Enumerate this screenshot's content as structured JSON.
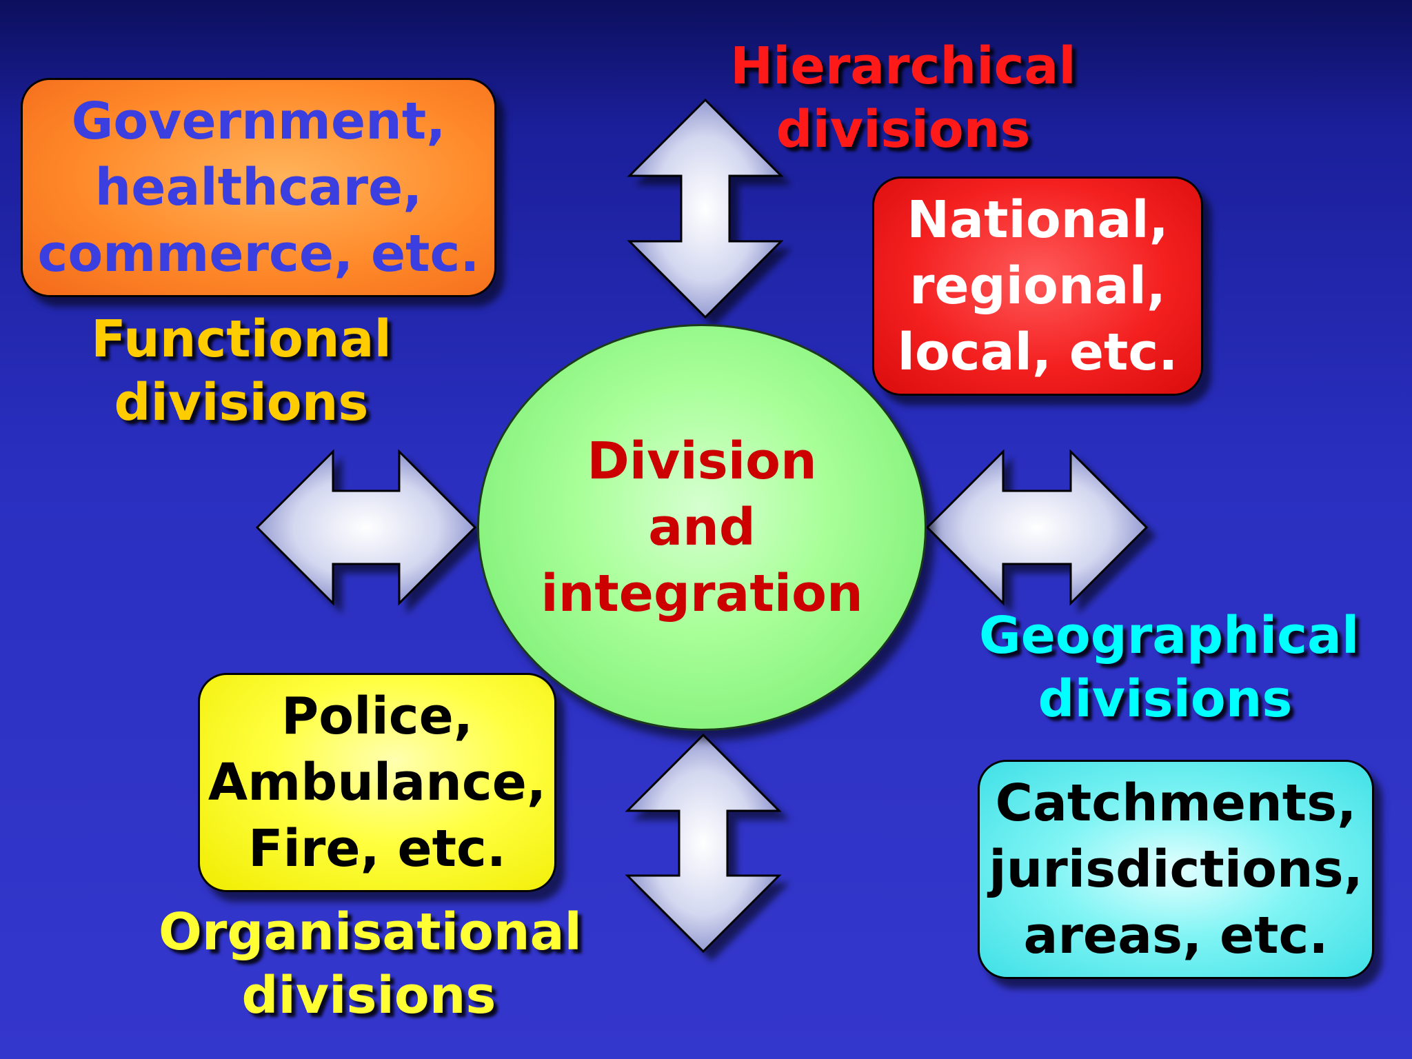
{
  "center": {
    "text": "Division\nand\nintegration"
  },
  "boxes": {
    "functional": "Government,\nhealthcare,\ncommerce, etc.",
    "hierarchical": "National,\nregional,\nlocal, etc.",
    "organisational": "Police,\nAmbulance,\nFire, etc.",
    "geographical": "Catchments,\njurisdictions,\nareas, etc."
  },
  "labels": {
    "hierarchical": "Hierarchical\ndivisions",
    "functional": "Functional\ndivisions",
    "geographical": "Geographical\ndivisions",
    "organisational": "Organisational\ndivisions"
  },
  "colors": {
    "background": "#2a2fc0",
    "functional_box": "#ff8a2a",
    "hierarchical_box": "#f42020",
    "organisational_box": "#ffff40",
    "geographical_box": "#80f4f4",
    "center_circle": "#a8ff98",
    "hierarchical_label": "#ff1a1a",
    "functional_label": "#ffcc00",
    "geographical_label": "#00ffff",
    "organisational_label": "#ffff33"
  }
}
